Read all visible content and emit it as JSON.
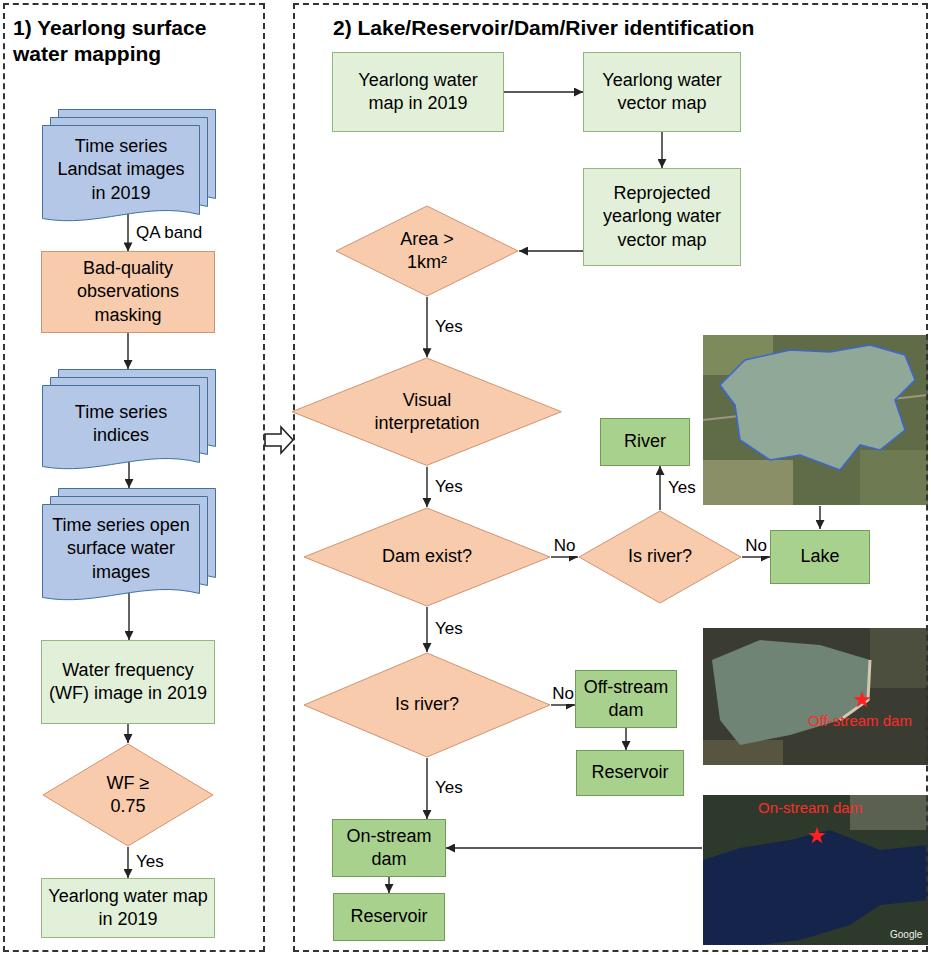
{
  "diagram": {
    "nodes": [
      {
        "text": [
          "1) Yearlong surface water mapping"
        ]
      },
      {
        "text": [
          "Time series Landsat images in 2019"
        ],
        "in": 0
      },
      {
        "text": [
          "Bad-quality observations masking"
        ],
        "in": 0
      },
      {
        "text": [
          "Time series indices"
        ],
        "in": 0
      },
      {
        "text": [
          "Time series open surface water images"
        ],
        "in": 0
      },
      {
        "text": [
          "Water frequency (WF) image in 2019"
        ],
        "in": 0
      },
      {
        "text": [
          "WF ≥ 0.75"
        ],
        "in": 0
      },
      {
        "text": [
          "Yearlong water map in 2019"
        ],
        "in": 0
      },
      {
        "text": [
          "2) Lake/Reservoir/Dam/River identification"
        ]
      },
      {
        "text": [
          "Yearlong water map in 2019"
        ],
        "in": 8
      },
      {
        "text": [
          "Yearlong water vector map"
        ],
        "in": 8
      },
      {
        "text": [
          "Reprojected yearlong water vector map"
        ],
        "in": 8
      },
      {
        "text": [
          "Area > 1km²"
        ],
        "in": 8
      },
      {
        "text": [
          "Visual interpretation"
        ],
        "in": 8
      },
      {
        "text": [
          "Dam exist?"
        ],
        "in": 8
      },
      {
        "text": [
          "Is river?"
        ],
        "in": 8
      },
      {
        "text": [
          "River"
        ],
        "in": 8
      },
      {
        "text": [
          "Lake"
        ],
        "in": 8
      },
      {
        "text": [
          "Is river?"
        ],
        "in": 8
      },
      {
        "text": [
          "Off-stream dam"
        ],
        "in": 8
      },
      {
        "text": [
          "Reservoir"
        ],
        "in": 8
      },
      {
        "text": [
          "On-stream dam"
        ],
        "in": 8
      },
      {
        "text": [
          "Reservoir"
        ],
        "in": 8
      }
    ],
    "edges": [
      {
        "from": 0,
        "to": 8,
        "arrow": "to"
      },
      {
        "from": 1,
        "to": 2,
        "arrow": "to",
        "label": "QA band"
      },
      {
        "from": 2,
        "to": 3,
        "arrow": "to"
      },
      {
        "from": 3,
        "to": 4,
        "arrow": "to"
      },
      {
        "from": 4,
        "to": 5,
        "arrow": "to"
      },
      {
        "from": 5,
        "to": 6,
        "arrow": "to"
      },
      {
        "from": 6,
        "to": 7,
        "arrow": "to",
        "label": "Yes"
      },
      {
        "from": 9,
        "to": 10,
        "arrow": "to"
      },
      {
        "from": 10,
        "to": 11,
        "arrow": "to"
      },
      {
        "from": 11,
        "to": 12,
        "arrow": "to"
      },
      {
        "from": 12,
        "to": 13,
        "arrow": "to",
        "label": "Yes"
      },
      {
        "from": 13,
        "to": 14,
        "arrow": "to",
        "label": "Yes"
      },
      {
        "from": 14,
        "to": 15,
        "arrow": "to",
        "label": "No"
      },
      {
        "from": 15,
        "to": 16,
        "arrow": "to",
        "label": "Yes"
      },
      {
        "from": 15,
        "to": 17,
        "arrow": "to",
        "label": "No"
      },
      {
        "from": 14,
        "to": 18,
        "arrow": "to",
        "label": "Yes"
      },
      {
        "from": 18,
        "to": 19,
        "arrow": "to",
        "label": "No"
      },
      {
        "from": 19,
        "to": 20,
        "arrow": "to"
      },
      {
        "from": 18,
        "to": 21,
        "arrow": "to",
        "label": "Yes"
      },
      {
        "from": 21,
        "to": 22,
        "arrow": "to"
      }
    ],
    "labels": [
      "Off-stream dam",
      "On-stream dam",
      "Google"
    ]
  }
}
